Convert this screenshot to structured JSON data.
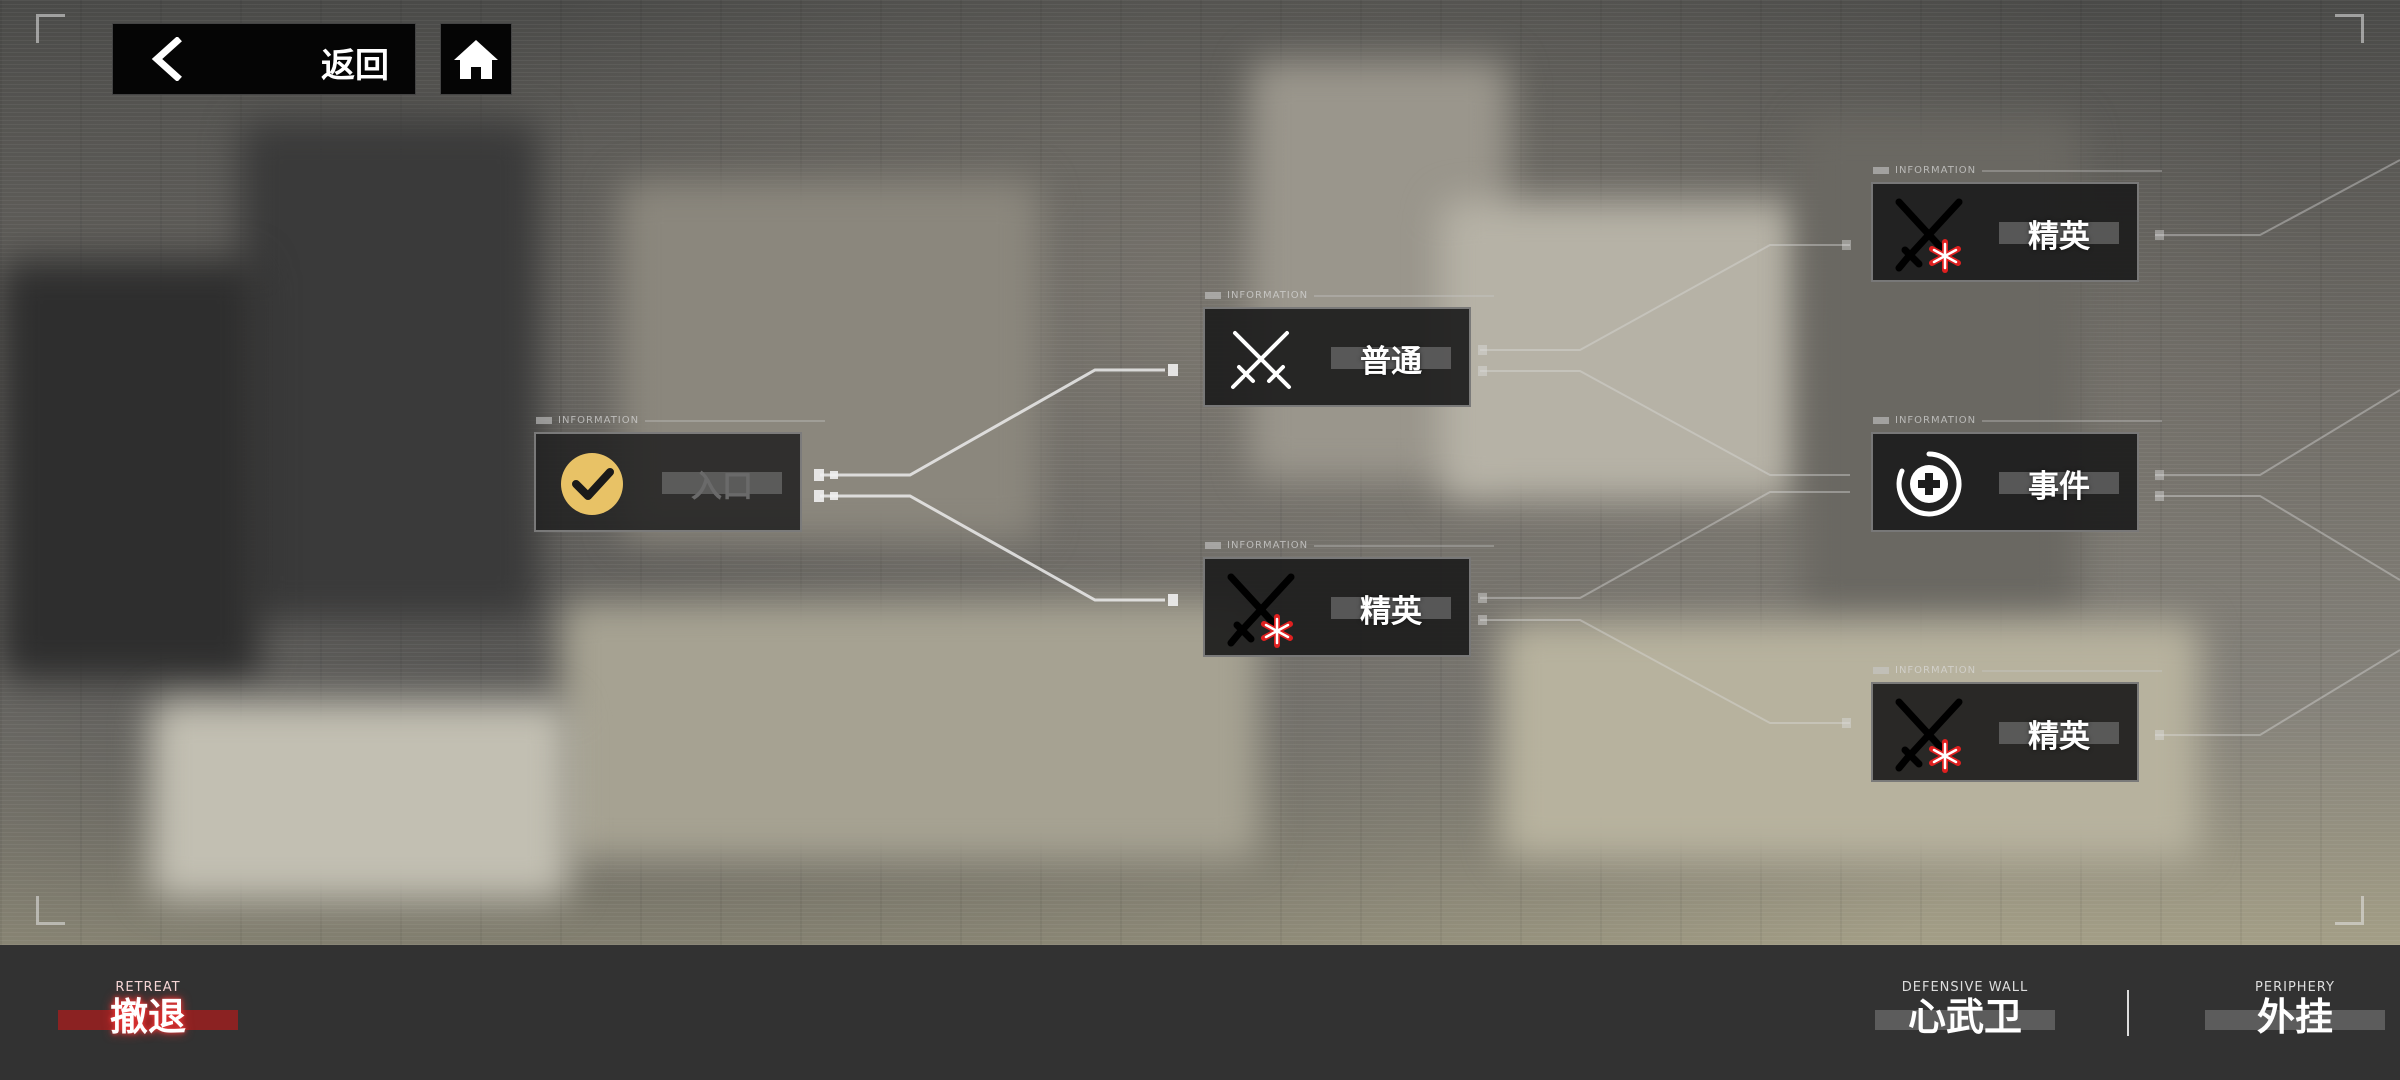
{
  "nav": {
    "back_label": "返回",
    "back_icon": "chevron-left-icon",
    "home_icon": "home-icon"
  },
  "nodes": [
    {
      "id": "entrance",
      "label": "入口",
      "icon": "check-circle-icon",
      "status": "completed",
      "info": "INFORMATION"
    },
    {
      "id": "normal",
      "label": "普通",
      "icon": "crossed-swords-icon",
      "status": "available",
      "info": "INFORMATION"
    },
    {
      "id": "elite-1",
      "label": "精英",
      "icon": "elite-swords-icon",
      "status": "available",
      "info": "INFORMATION"
    },
    {
      "id": "elite-2",
      "label": "精英",
      "icon": "elite-swords-icon",
      "status": "locked",
      "info": "INFORMATION"
    },
    {
      "id": "event",
      "label": "事件",
      "icon": "event-cross-icon",
      "status": "locked",
      "info": "INFORMATION"
    },
    {
      "id": "elite-3",
      "label": "精英",
      "icon": "elite-swords-icon",
      "status": "locked",
      "info": "INFORMATION"
    }
  ],
  "bottom": {
    "retreat_en": "RETREAT",
    "retreat_cn": "撤退",
    "defwall_en": "DEFENSIVE WALL",
    "defwall_cn": "心武卫",
    "periphery_en": "PERIPHERY",
    "periphery_cn": "外挂"
  },
  "colors": {
    "completed_icon": "#e8c266",
    "elite_mark": "#e02020",
    "retreat_glow": "#e03030"
  }
}
